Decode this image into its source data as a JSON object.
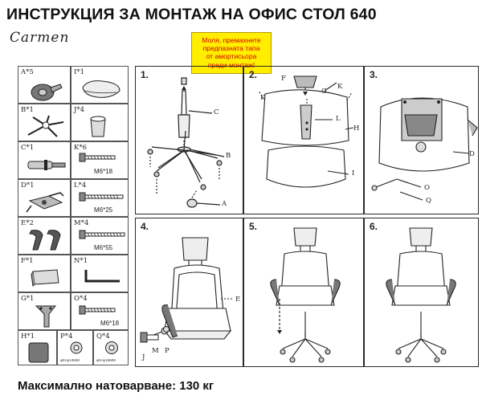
{
  "header": {
    "title": "ИНСТРУКЦИЯ ЗА МОНТАЖ НА ОФИС СТОЛ 640",
    "model": "Carmen"
  },
  "warning": {
    "lines": [
      "Моля, премахнете",
      "предпазната тапа",
      "от амортисьора",
      "преди монтаж!"
    ],
    "background": "#ffee00",
    "text_color": "#d40000"
  },
  "parts": [
    {
      "label": "A*5",
      "icon": "caster-wheel-icon"
    },
    {
      "label": "I*1",
      "icon": "seat-plate-icon"
    },
    {
      "label": "B*1",
      "icon": "star-base-icon"
    },
    {
      "label": "J*4",
      "icon": "armrest-cap-icon"
    },
    {
      "label": "C*1",
      "icon": "gas-cylinder-icon"
    },
    {
      "label": "K*6",
      "icon": "bolt-icon",
      "size": "M6*18"
    },
    {
      "label": "D*1",
      "icon": "tilt-mechanism-icon"
    },
    {
      "label": "L*4",
      "icon": "bolt-icon",
      "size": "M6*25"
    },
    {
      "label": "E*2",
      "icon": "armrest-icon"
    },
    {
      "label": "M*4",
      "icon": "bolt-icon",
      "size": "M6*55"
    },
    {
      "label": "F*1",
      "icon": "headrest-icon"
    },
    {
      "label": "N*1",
      "icon": "allen-key-icon"
    },
    {
      "label": "G*1",
      "icon": "bracket-icon"
    },
    {
      "label": "O*4",
      "icon": "bolt-icon",
      "size": "M6*18"
    },
    {
      "label": "H*1",
      "icon": "backrest-pad-icon"
    },
    {
      "label": "P*4",
      "icon": "washer-icon",
      "note": "φ6×φ14MM"
    },
    {
      "label": "Q*4",
      "icon": "washer-icon",
      "note": "φ6×φ16MM"
    }
  ],
  "steps": [
    {
      "number": "1.",
      "callouts": [
        "C",
        "B",
        "A"
      ]
    },
    {
      "number": "2.",
      "callouts": [
        "F",
        "G",
        "K",
        "K",
        "L",
        "H",
        "I"
      ]
    },
    {
      "number": "3.",
      "callouts": [
        "D",
        "O",
        "Q"
      ]
    },
    {
      "number": "4.",
      "callouts": [
        "E",
        "J",
        "M",
        "P"
      ]
    },
    {
      "number": "5.",
      "callouts": []
    },
    {
      "number": "6.",
      "callouts": []
    }
  ],
  "footer": {
    "max_load": "Максимално натоварване: 130 кг"
  }
}
